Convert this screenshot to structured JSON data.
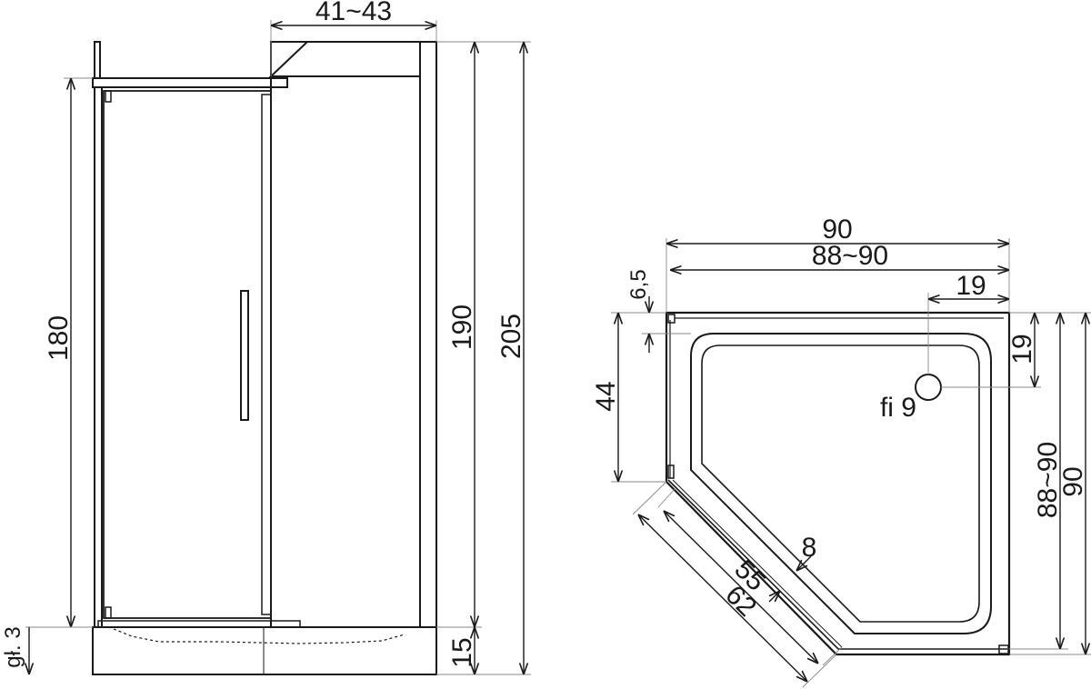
{
  "front_view": {
    "labels": {
      "depth_top": "41~43",
      "door_height": "180",
      "panel_height": "190",
      "total_height": "205",
      "tray_height": "15",
      "tray_depth": "gł. 3"
    }
  },
  "plan_view": {
    "labels": {
      "overall_width": "90",
      "inner_width": "88~90",
      "drain_offset_x": "19",
      "drain_offset_y": "19",
      "drain_diameter": "fi 9",
      "side_short": "6,5",
      "side_left": "44",
      "diag_inner": "55",
      "diag_outer": "62",
      "glass_gap": "8",
      "inner_depth": "88~90",
      "overall_depth": "90"
    }
  }
}
